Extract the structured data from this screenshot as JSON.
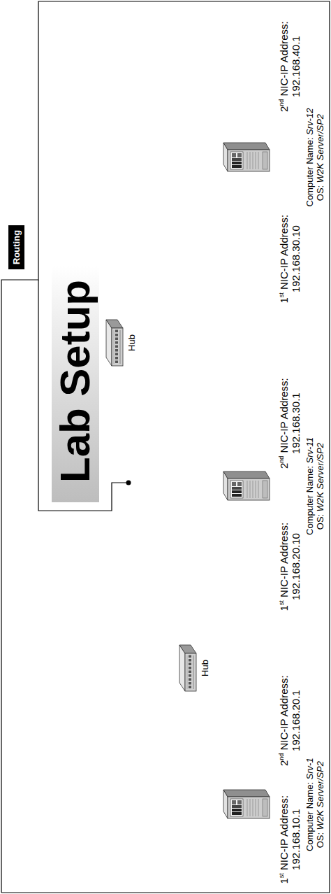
{
  "diagram": {
    "title": "Lab Setup",
    "nodes": [
      {
        "text": [
          "Computer Name: Srv-1",
          "OS: W2K Server/SP2"
        ]
      },
      {
        "text": [
          "Hub"
        ]
      },
      {
        "text": [
          "Computer Name: Srv-11",
          "OS: W2K Server/SP2"
        ]
      },
      {
        "text": [
          "Hub"
        ]
      },
      {
        "text": [
          "Computer Name: Srv-12",
          "OS: W2K Server/SP2"
        ]
      }
    ],
    "edges": [
      {
        "from": 0,
        "to": 1,
        "arrow": "none"
      },
      {
        "from": 1,
        "to": 2,
        "arrow": "none"
      },
      {
        "from": 2,
        "to": 3,
        "arrow": "none"
      },
      {
        "from": 3,
        "to": 4,
        "arrow": "none"
      }
    ],
    "labels": [
      "Routing",
      "1st NIC-IP Address: 192.168.10.1",
      "2nd NIC-IP Address: 192.168.20.1",
      "1st NIC-IP Address: 192.168.20.10",
      "2nd NIC-IP Address: 192.168.30.1",
      "1st NIC-IP Address: 192.168.30.10",
      "2nd NIC-IP Address: 192.168.40.1"
    ]
  }
}
